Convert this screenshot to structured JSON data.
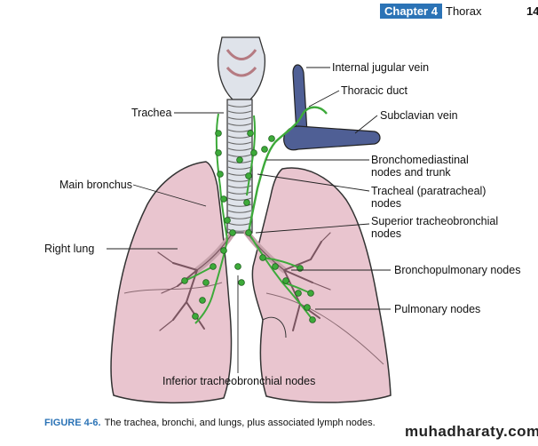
{
  "header": {
    "chapter": "Chapter 4",
    "section": "Thorax",
    "page_number": "14"
  },
  "labels": {
    "internal_jugular_vein": "Internal jugular vein",
    "thoracic_duct": "Thoracic duct",
    "subclavian_vein": "Subclavian vein",
    "trachea": "Trachea",
    "bronchomediastinal_line1": "Bronchomediastinal",
    "bronchomediastinal_line2": "nodes and trunk",
    "main_bronchus": "Main bronchus",
    "tracheal_line1": "Tracheal (paratracheal)",
    "tracheal_line2": "nodes",
    "superior_tb_line1": "Superior tracheobronchial",
    "superior_tb_line2": "nodes",
    "right_lung": "Right lung",
    "bronchopulmonary": "Bronchopulmonary nodes",
    "pulmonary": "Pulmonary nodes",
    "inferior_tb": "Inferior tracheobronchial nodes"
  },
  "caption": {
    "figure": "FIGURE 4-6.",
    "text": "The trachea, bronchi, and lungs, plus associated lymph nodes."
  },
  "watermark": "muhadharaty.com",
  "colors": {
    "accent": "#2b73b6",
    "lung": "#e9c5cf",
    "vein": "#4f5f95",
    "lymph": "#3daa3a"
  }
}
